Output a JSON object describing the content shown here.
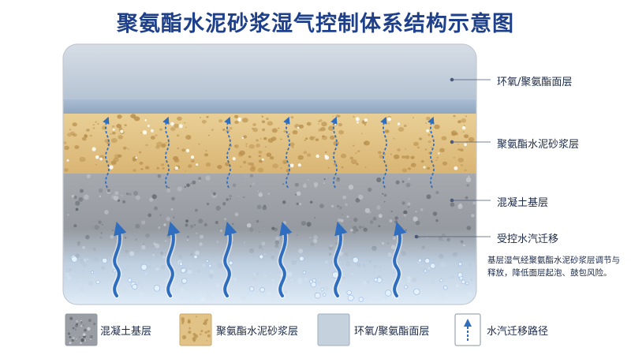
{
  "title": "聚氨酯水泥砂浆湿气控制体系结构示意图",
  "layers": [
    {
      "key": "epoxy",
      "label": "环氧/聚氨酯面层"
    },
    {
      "key": "mortar",
      "label": "聚氨酯水泥砂浆层"
    },
    {
      "key": "concrete",
      "label": "混凝土基层"
    },
    {
      "key": "moisture",
      "label": "受控水汽迁移"
    }
  ],
  "note": "基层湿气经聚氨酯水泥砂浆层调节与释放，降低面层起泡、鼓包风险。",
  "legend": [
    {
      "key": "concrete",
      "label": "混凝土基层",
      "icon": "concrete-swatch"
    },
    {
      "key": "mortar",
      "label": "聚氨酯水泥砂浆层",
      "icon": "mortar-swatch"
    },
    {
      "key": "epoxy",
      "label": "环氧/聚氨酯面层",
      "icon": "epoxy-swatch"
    },
    {
      "key": "path",
      "label": "水汽迁移路径",
      "icon": "arrow-up-icon"
    }
  ],
  "colors": {
    "title": "#1e3f8a",
    "epoxy": "#b8c6d6",
    "mortar": "#e2c387",
    "concrete": "#9a9ea4",
    "arrow": "#2f6dbf",
    "moisture": "#cfe2f6"
  }
}
